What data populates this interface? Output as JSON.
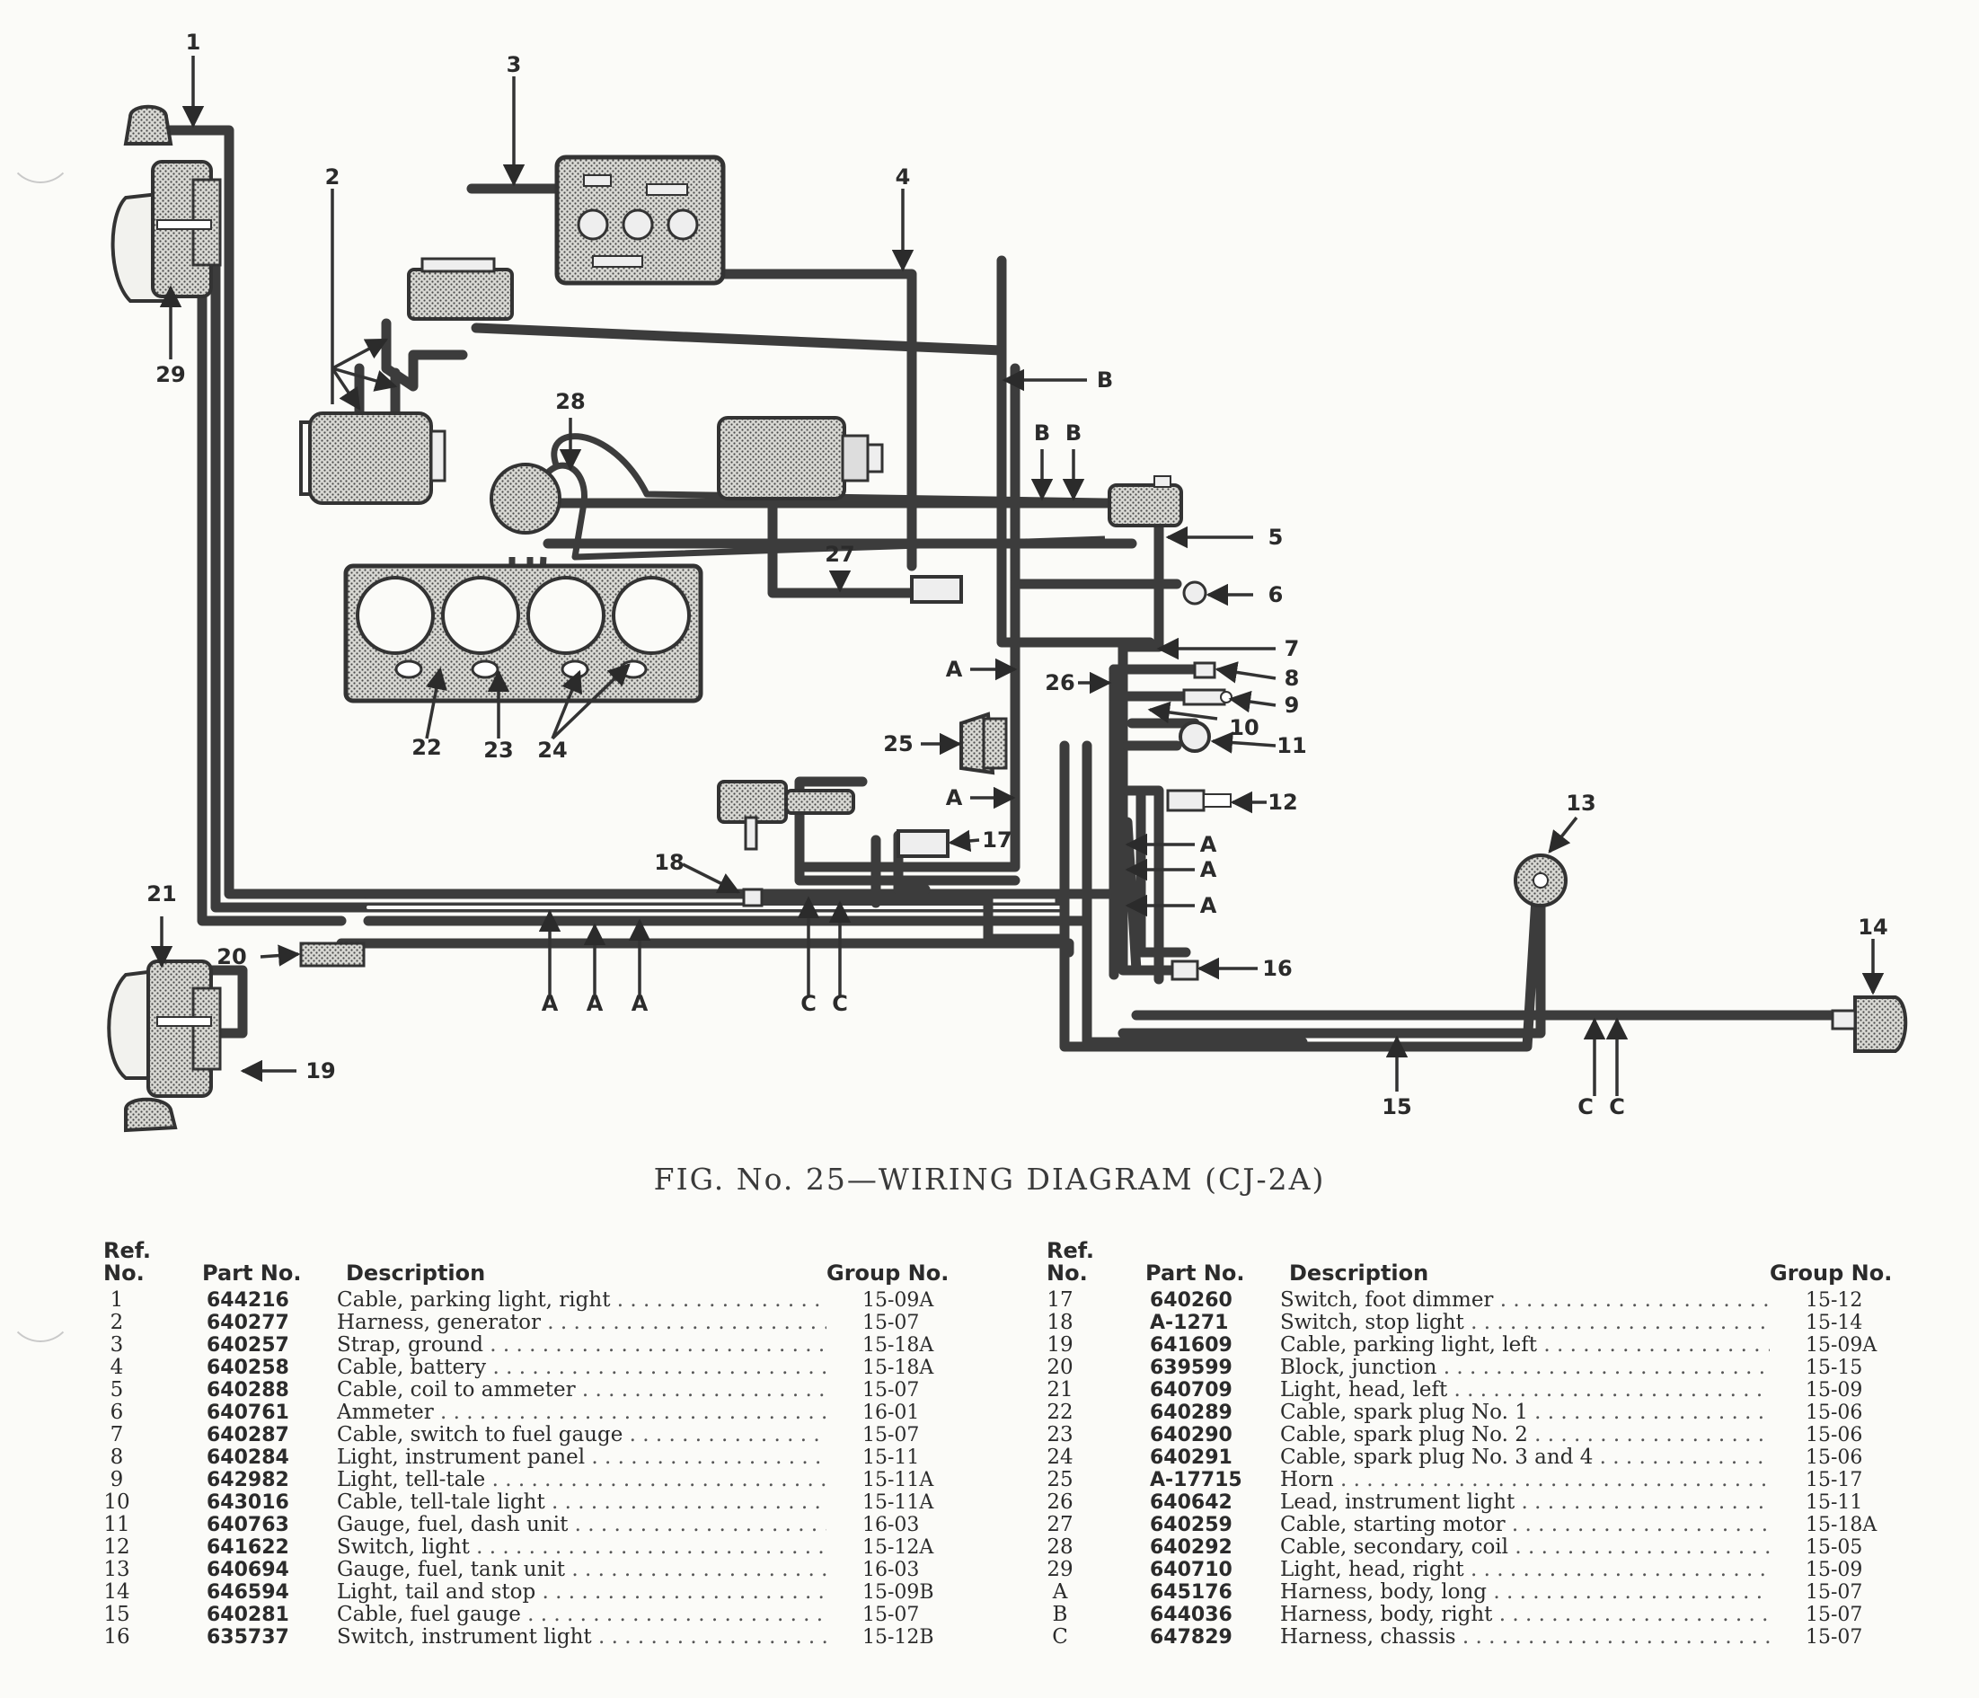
{
  "figure": {
    "caption": "FIG. No. 25—WIRING DIAGRAM (CJ-2A)"
  },
  "callouts": {
    "n1": "1",
    "n2": "2",
    "n3": "3",
    "n4": "4",
    "n5": "5",
    "n6": "6",
    "n7": "7",
    "n8": "8",
    "n9": "9",
    "n10": "10",
    "n11": "11",
    "n12": "12",
    "n13": "13",
    "n14": "14",
    "n15": "15",
    "n16": "16",
    "n17": "17",
    "n18": "18",
    "n19": "19",
    "n20": "20",
    "n21": "21",
    "n22": "22",
    "n23": "23",
    "n24": "24",
    "n25": "25",
    "n26": "26",
    "n27": "27",
    "n28": "28",
    "n29": "29",
    "a": "A",
    "b": "B",
    "c": "C"
  },
  "table_headers": {
    "ref": "Ref.",
    "no": "No.",
    "part_no": "Part No.",
    "description": "Description",
    "group_no": "Group No."
  },
  "parts_left": [
    {
      "ref": "1",
      "part": "644216",
      "desc": "Cable, parking light, right",
      "group": "15-09A"
    },
    {
      "ref": "2",
      "part": "640277",
      "desc": "Harness, generator",
      "group": "15-07"
    },
    {
      "ref": "3",
      "part": "640257",
      "desc": "Strap, ground",
      "group": "15-18A"
    },
    {
      "ref": "4",
      "part": "640258",
      "desc": "Cable, battery",
      "group": "15-18A"
    },
    {
      "ref": "5",
      "part": "640288",
      "desc": "Cable, coil to ammeter",
      "group": "15-07"
    },
    {
      "ref": "6",
      "part": "640761",
      "desc": "Ammeter",
      "group": "16-01"
    },
    {
      "ref": "7",
      "part": "640287",
      "desc": "Cable, switch to fuel gauge",
      "group": "15-07"
    },
    {
      "ref": "8",
      "part": "640284",
      "desc": "Light, instrument panel",
      "group": "15-11"
    },
    {
      "ref": "9",
      "part": "642982",
      "desc": "Light, tell-tale",
      "group": "15-11A"
    },
    {
      "ref": "10",
      "part": "643016",
      "desc": "Cable, tell-tale light",
      "group": "15-11A"
    },
    {
      "ref": "11",
      "part": "640763",
      "desc": "Gauge, fuel, dash unit",
      "group": "16-03"
    },
    {
      "ref": "12",
      "part": "641622",
      "desc": "Switch, light",
      "group": "15-12A"
    },
    {
      "ref": "13",
      "part": "640694",
      "desc": "Gauge, fuel, tank unit",
      "group": "16-03"
    },
    {
      "ref": "14",
      "part": "646594",
      "desc": "Light, tail and stop",
      "group": "15-09B"
    },
    {
      "ref": "15",
      "part": "640281",
      "desc": "Cable, fuel gauge",
      "group": "15-07"
    },
    {
      "ref": "16",
      "part": "635737",
      "desc": "Switch, instrument light",
      "group": "15-12B"
    }
  ],
  "parts_right": [
    {
      "ref": "17",
      "part": "640260",
      "desc": "Switch, foot dimmer",
      "group": "15-12"
    },
    {
      "ref": "18",
      "part": "A-1271",
      "desc": "Switch, stop light",
      "group": "15-14"
    },
    {
      "ref": "19",
      "part": "641609",
      "desc": "Cable, parking light, left",
      "group": "15-09A"
    },
    {
      "ref": "20",
      "part": "639599",
      "desc": "Block, junction",
      "group": "15-15"
    },
    {
      "ref": "21",
      "part": "640709",
      "desc": "Light, head, left",
      "group": "15-09"
    },
    {
      "ref": "22",
      "part": "640289",
      "desc": "Cable, spark plug No. 1",
      "group": "15-06"
    },
    {
      "ref": "23",
      "part": "640290",
      "desc": "Cable, spark plug No. 2",
      "group": "15-06"
    },
    {
      "ref": "24",
      "part": "640291",
      "desc": "Cable, spark plug No. 3 and 4",
      "group": "15-06"
    },
    {
      "ref": "25",
      "part": "A-17715",
      "desc": "Horn",
      "group": "15-17"
    },
    {
      "ref": "26",
      "part": "640642",
      "desc": "Lead, instrument light",
      "group": "15-11"
    },
    {
      "ref": "27",
      "part": "640259",
      "desc": "Cable, starting motor",
      "group": "15-18A"
    },
    {
      "ref": "28",
      "part": "640292",
      "desc": "Cable, secondary, coil",
      "group": "15-05"
    },
    {
      "ref": "29",
      "part": "640710",
      "desc": "Light, head, right",
      "group": "15-09"
    },
    {
      "ref": "A",
      "part": "645176",
      "desc": "Harness, body, long",
      "group": "15-07"
    },
    {
      "ref": "B",
      "part": "644036",
      "desc": "Harness, body, right",
      "group": "15-07"
    },
    {
      "ref": "C",
      "part": "647829",
      "desc": "Harness, chassis",
      "group": "15-07"
    }
  ]
}
